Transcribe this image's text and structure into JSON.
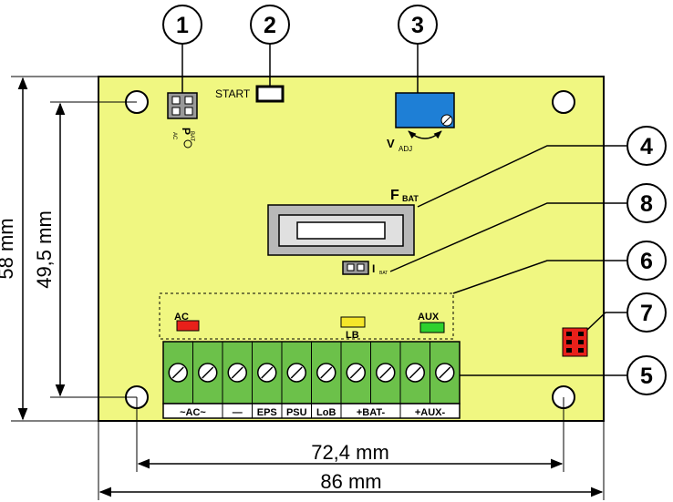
{
  "callouts": [
    "1",
    "2",
    "3",
    "4",
    "8",
    "6",
    "7",
    "5"
  ],
  "labels": {
    "start": "START",
    "vadj_main": "V",
    "vadj_sub": "ADJ",
    "fbat_main": "F",
    "fbat_sub": "BAT",
    "ibat_main": "I",
    "ibat_sub": "BAT",
    "jumper_p": "P",
    "jumper_bat": "BAT",
    "jumper_ac": "AC",
    "led_ac": "AC",
    "led_lb": "LB",
    "led_aux": "AUX"
  },
  "terminal_labels": [
    "~AC~",
    "—",
    "EPS",
    "PSU",
    "LoB",
    "+BAT-",
    "+AUX-"
  ],
  "dimensions": {
    "height_outer": "58 mm",
    "height_inner": "49,5 mm",
    "width_inner": "72,4 mm",
    "width_outer": "86 mm"
  },
  "colors": {
    "board": "#f0f781",
    "pot": "#1e7fd6",
    "led_ac": "#e8201a",
    "led_lb": "#f5e62a",
    "led_aux": "#2ed12e",
    "terminal": "#6cc14a",
    "connector7": "#e8201a",
    "fuse_holder": "#b8b8b8"
  }
}
